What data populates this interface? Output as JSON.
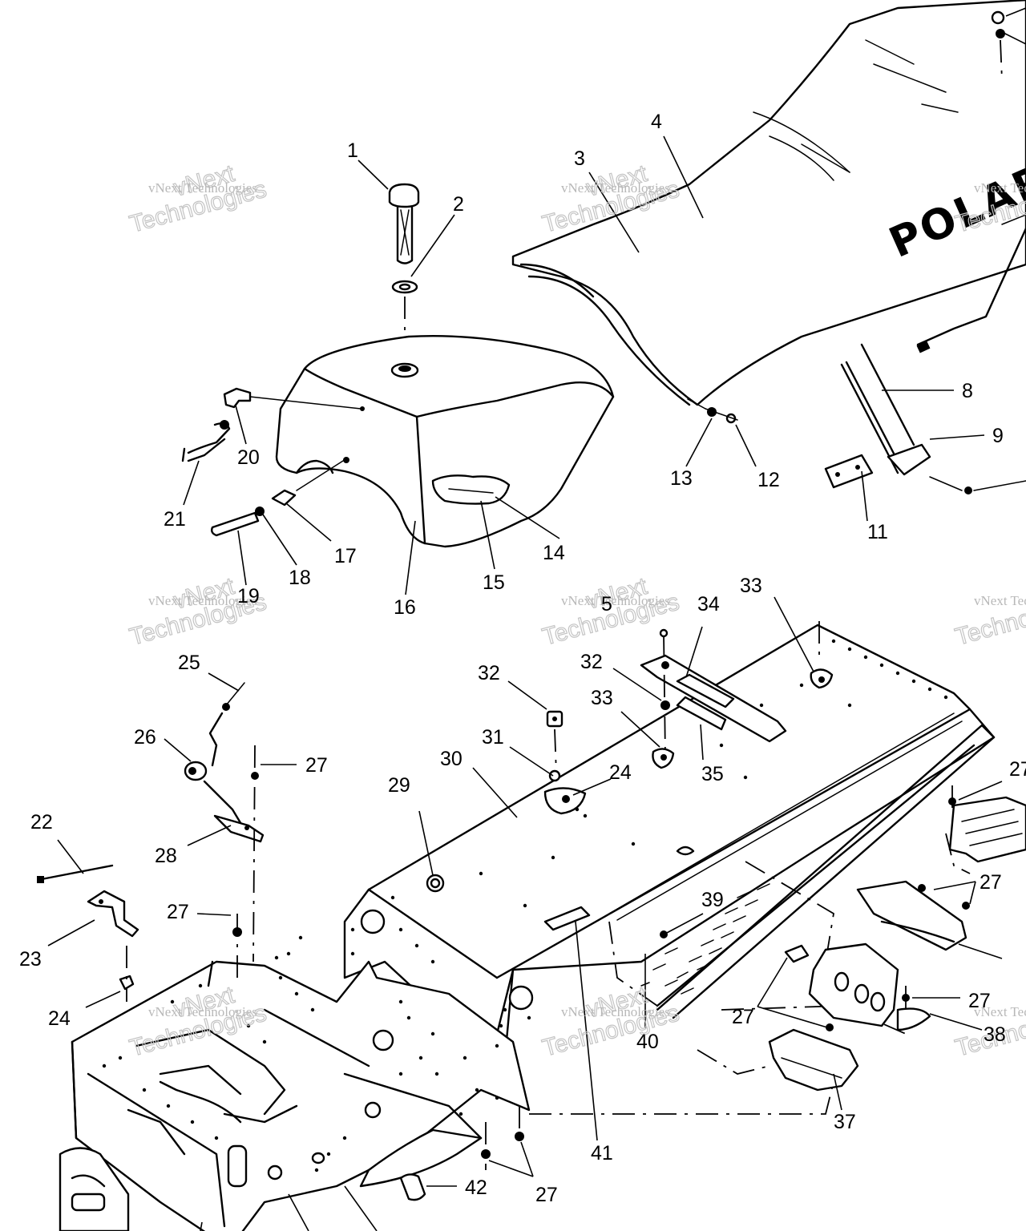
{
  "watermark": {
    "line1": "vNext Technologies",
    "line2": "vNext",
    "line3": "Technologies"
  },
  "seat_brand": "POLARIS",
  "callouts": {
    "c1": "1",
    "c2": "2",
    "c3": "3",
    "c4": "4",
    "c5": "5",
    "c8": "8",
    "c9": "9",
    "c11": "11",
    "c12": "12",
    "c13": "13",
    "c14": "14",
    "c15": "15",
    "c16": "16",
    "c17": "17",
    "c18": "18",
    "c19": "19",
    "c20": "20",
    "c21": "21",
    "c22": "22",
    "c23": "23",
    "c24": "24",
    "c25": "25",
    "c26": "26",
    "c27": "27",
    "c28": "28",
    "c29": "29",
    "c30": "30",
    "c31": "31",
    "c32": "32",
    "c33": "33",
    "c34": "34",
    "c35": "35",
    "c37": "37",
    "c38": "38",
    "c39": "39",
    "c40": "40",
    "c41": "41",
    "c42": "42"
  }
}
